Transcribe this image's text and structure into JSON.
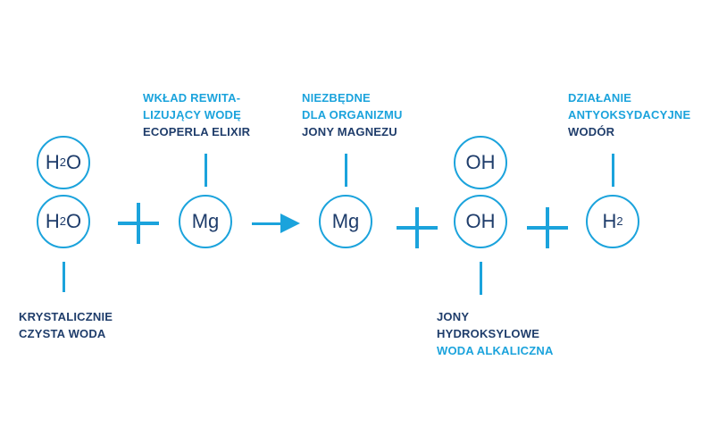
{
  "molecules": {
    "water_top": {
      "main": "H",
      "sub": "2",
      "tail": "O"
    },
    "water_bottom": {
      "main": "H",
      "sub": "2",
      "tail": "O"
    },
    "mg_left": {
      "main": "Mg",
      "sub": "",
      "tail": ""
    },
    "mg_right": {
      "main": "Mg",
      "sub": "",
      "tail": ""
    },
    "oh_top": {
      "main": "OH",
      "sub": "",
      "tail": ""
    },
    "oh_bottom": {
      "main": "OH",
      "sub": "",
      "tail": ""
    },
    "hydrogen": {
      "main": "H",
      "sub": "2",
      "tail": ""
    }
  },
  "labels": {
    "crystal": {
      "line1": "KRYSTALICZNIE",
      "line2": "CZYSTA WODA"
    },
    "ecoperla": {
      "line1": "WKŁAD REWITA-",
      "line2": "LIZUJĄCY WODĘ",
      "line3": "ECOPERLA ELIXIR"
    },
    "magnesium": {
      "line1": "NIEZBĘDNE",
      "line2": "DLA ORGANIZMU",
      "line3": "JONY MAGNEZU"
    },
    "hydroxyl": {
      "line1": "JONY",
      "line2": "HYDROKSYLOWE",
      "line3": "WODA ALKALICZNA"
    },
    "hydrogen": {
      "line1": "DZIAŁANIE",
      "line2": "ANTYOKSYDACYJNE",
      "line3": "WODÓR"
    }
  },
  "colors": {
    "accent": "#1ba3dc",
    "dark": "#1f3d6b"
  }
}
